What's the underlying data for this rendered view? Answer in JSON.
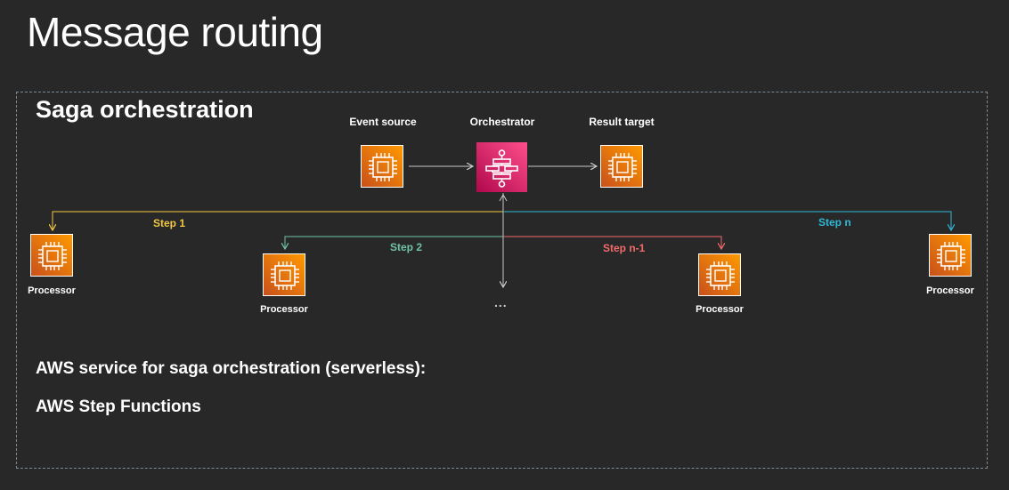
{
  "slide": {
    "title": "Message routing",
    "section_title": "Saga orchestration"
  },
  "diagram": {
    "event_source": "Event source",
    "orchestrator": "Orchestrator",
    "result_target": "Result target",
    "processor_label": "Processor",
    "ellipsis": "...",
    "steps": {
      "step1": "Step 1",
      "step2": "Step 2",
      "step_n_minus_1": "Step n-1",
      "step_n": "Step n"
    }
  },
  "footer": {
    "line1": "AWS service for saga orchestration (serverless):",
    "line2": "AWS Step Functions"
  },
  "colors": {
    "background": "#282828",
    "step1": "#f2c744",
    "step2": "#6fc3a6",
    "step_n_minus_1": "#f26a6a",
    "step_n": "#2fb8d6",
    "chip_orange": "#ed7100",
    "orchestrator_pink": "#e7157b"
  },
  "icons": {
    "compute": "cpu-chip-icon",
    "orchestrator": "step-functions-icon"
  }
}
